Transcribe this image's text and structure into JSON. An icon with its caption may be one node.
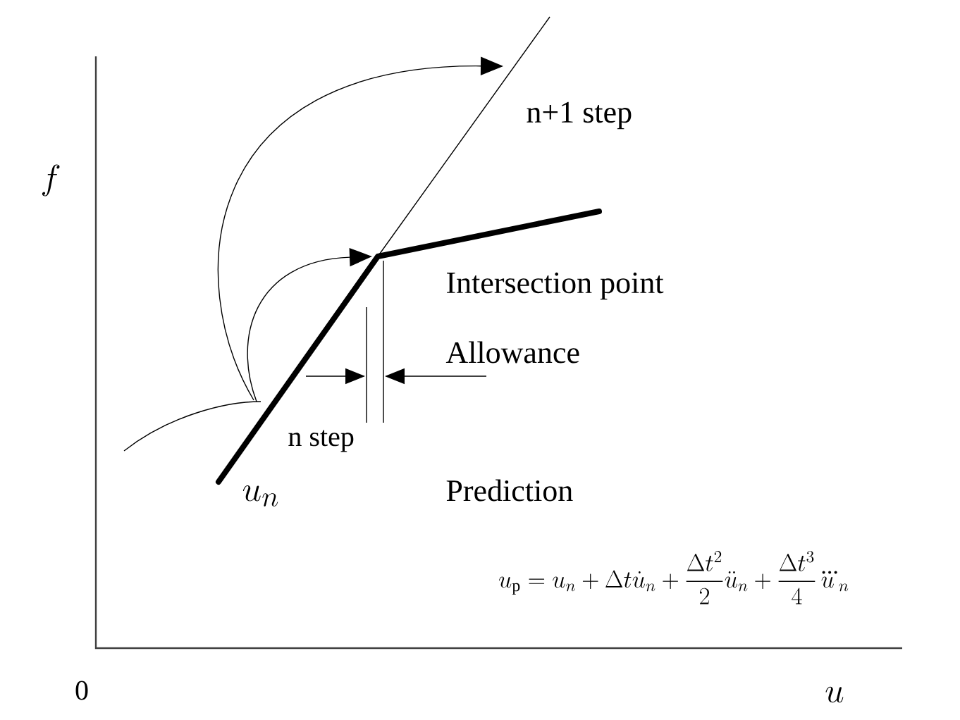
{
  "diagram": {
    "labels": [
      "f",
      "n+1 step",
      "Intersection point",
      "Allowance",
      "n step",
      "Prediction",
      "u_n",
      "u_{\\mathrm{p}} = u_n + \\Delta t\\dot{u}_n + \\frac{\\Delta t^2}{2}\\ddot{u}_n + \\frac{\\Delta t^3}{4}\\dddot{u}_n",
      "0",
      "u"
    ]
  }
}
